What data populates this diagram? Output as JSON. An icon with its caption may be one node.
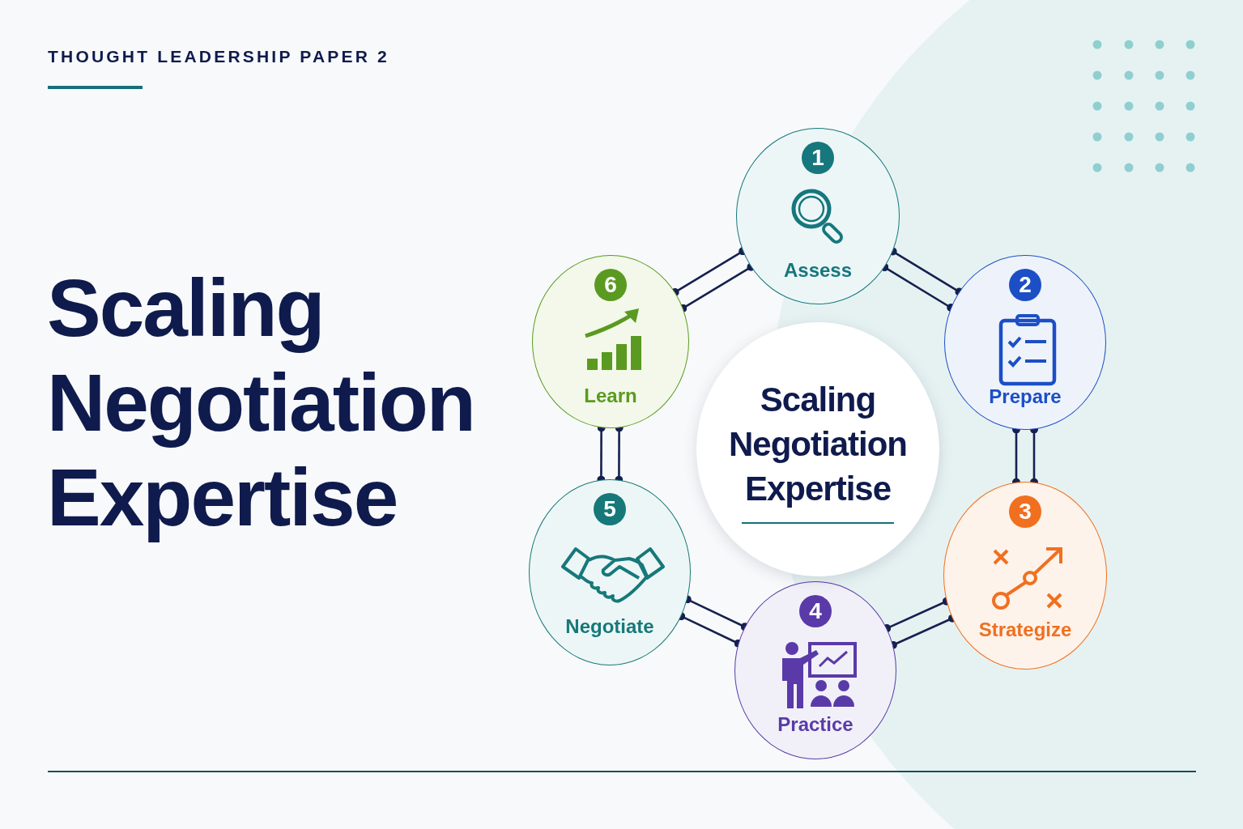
{
  "diagram": {
    "title": "Scaling Negotiation Expertise",
    "nodes": [
      {
        "text": [
          "1",
          "Assess"
        ]
      },
      {
        "text": [
          "2",
          "Prepare"
        ]
      },
      {
        "text": [
          "3",
          "Strategize"
        ]
      },
      {
        "text": [
          "4",
          "Practice"
        ]
      },
      {
        "text": [
          "5",
          "Negotiate"
        ]
      },
      {
        "text": [
          "6",
          "Learn"
        ]
      },
      {
        "text": [
          "Scaling Negotiation Expertise"
        ]
      }
    ],
    "edges": [
      {
        "from": 0,
        "to": 1,
        "arrow": "other"
      },
      {
        "from": 0,
        "to": 1,
        "arrow": "other"
      },
      {
        "from": 1,
        "to": 2,
        "arrow": "other"
      },
      {
        "from": 1,
        "to": 2,
        "arrow": "other"
      },
      {
        "from": 2,
        "to": 3,
        "arrow": "other"
      },
      {
        "from": 2,
        "to": 3,
        "arrow": "other"
      },
      {
        "from": 3,
        "to": 4,
        "arrow": "other"
      },
      {
        "from": 3,
        "to": 4,
        "arrow": "other"
      },
      {
        "from": 4,
        "to": 5,
        "arrow": "other"
      },
      {
        "from": 4,
        "to": 5,
        "arrow": "other"
      },
      {
        "from": 5,
        "to": 0,
        "arrow": "other"
      },
      {
        "from": 5,
        "to": 0,
        "arrow": "other"
      }
    ],
    "labels": [
      "THOUGHT LEADERSHIP PAPER 2"
    ]
  }
}
